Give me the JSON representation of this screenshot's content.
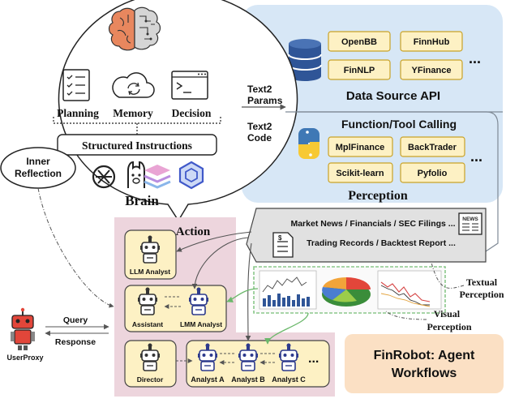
{
  "brain": {
    "modules": [
      "Planning",
      "Memory",
      "Decision"
    ],
    "structured_instructions": "Structured Instructions",
    "inner_reflection": [
      "Inner",
      "Reflection"
    ],
    "brain_label": "Brain"
  },
  "data_source": {
    "apis": [
      "OpenBB",
      "FinnHub",
      "FinNLP",
      "YFinance"
    ],
    "ellipsis": "...",
    "title": "Data Source API"
  },
  "tools": {
    "title": "Function/Tool Calling",
    "items": [
      "MplFinance",
      "BackTrader",
      "Scikit-learn",
      "Pyfolio"
    ],
    "ellipsis": "..."
  },
  "perception": {
    "title": "Perception"
  },
  "connectors": {
    "text2params": [
      "Text2",
      "Params"
    ],
    "text2code": [
      "Text2",
      "Code"
    ]
  },
  "textual_feed": {
    "line1": "Market News / Financials / SEC Filings ...",
    "line2": "Trading Records / Backtest Report ...",
    "news_icon_text": "NEWS"
  },
  "perception_labels": {
    "textual": [
      "Textual",
      "Perception"
    ],
    "visual": [
      "Visual",
      "Perception"
    ]
  },
  "action": {
    "title": "Action",
    "llm_analyst": "LLM Analyst",
    "assistant": "Assistant",
    "lmm_analyst": "LMM Analyst",
    "director": "Director",
    "analysts": [
      "Analyst A",
      "Analyst B",
      "Analyst C"
    ],
    "ellipsis": "..."
  },
  "user": {
    "label": "UserProxy",
    "query": "Query",
    "response": "Response"
  },
  "finrobot": [
    "FinRobot: Agent",
    "Workflows"
  ],
  "colors": {
    "perception_bg": "#d7e7f6",
    "api_box": "#fdf1c4",
    "api_border": "#c9a227",
    "action_bg": "#edd5dd",
    "robot_box": "#fdf1c4",
    "finrobot_bg": "#fbe0c4",
    "feed_bg": "#e1e1e1",
    "visual_border": "#8bc88b"
  }
}
